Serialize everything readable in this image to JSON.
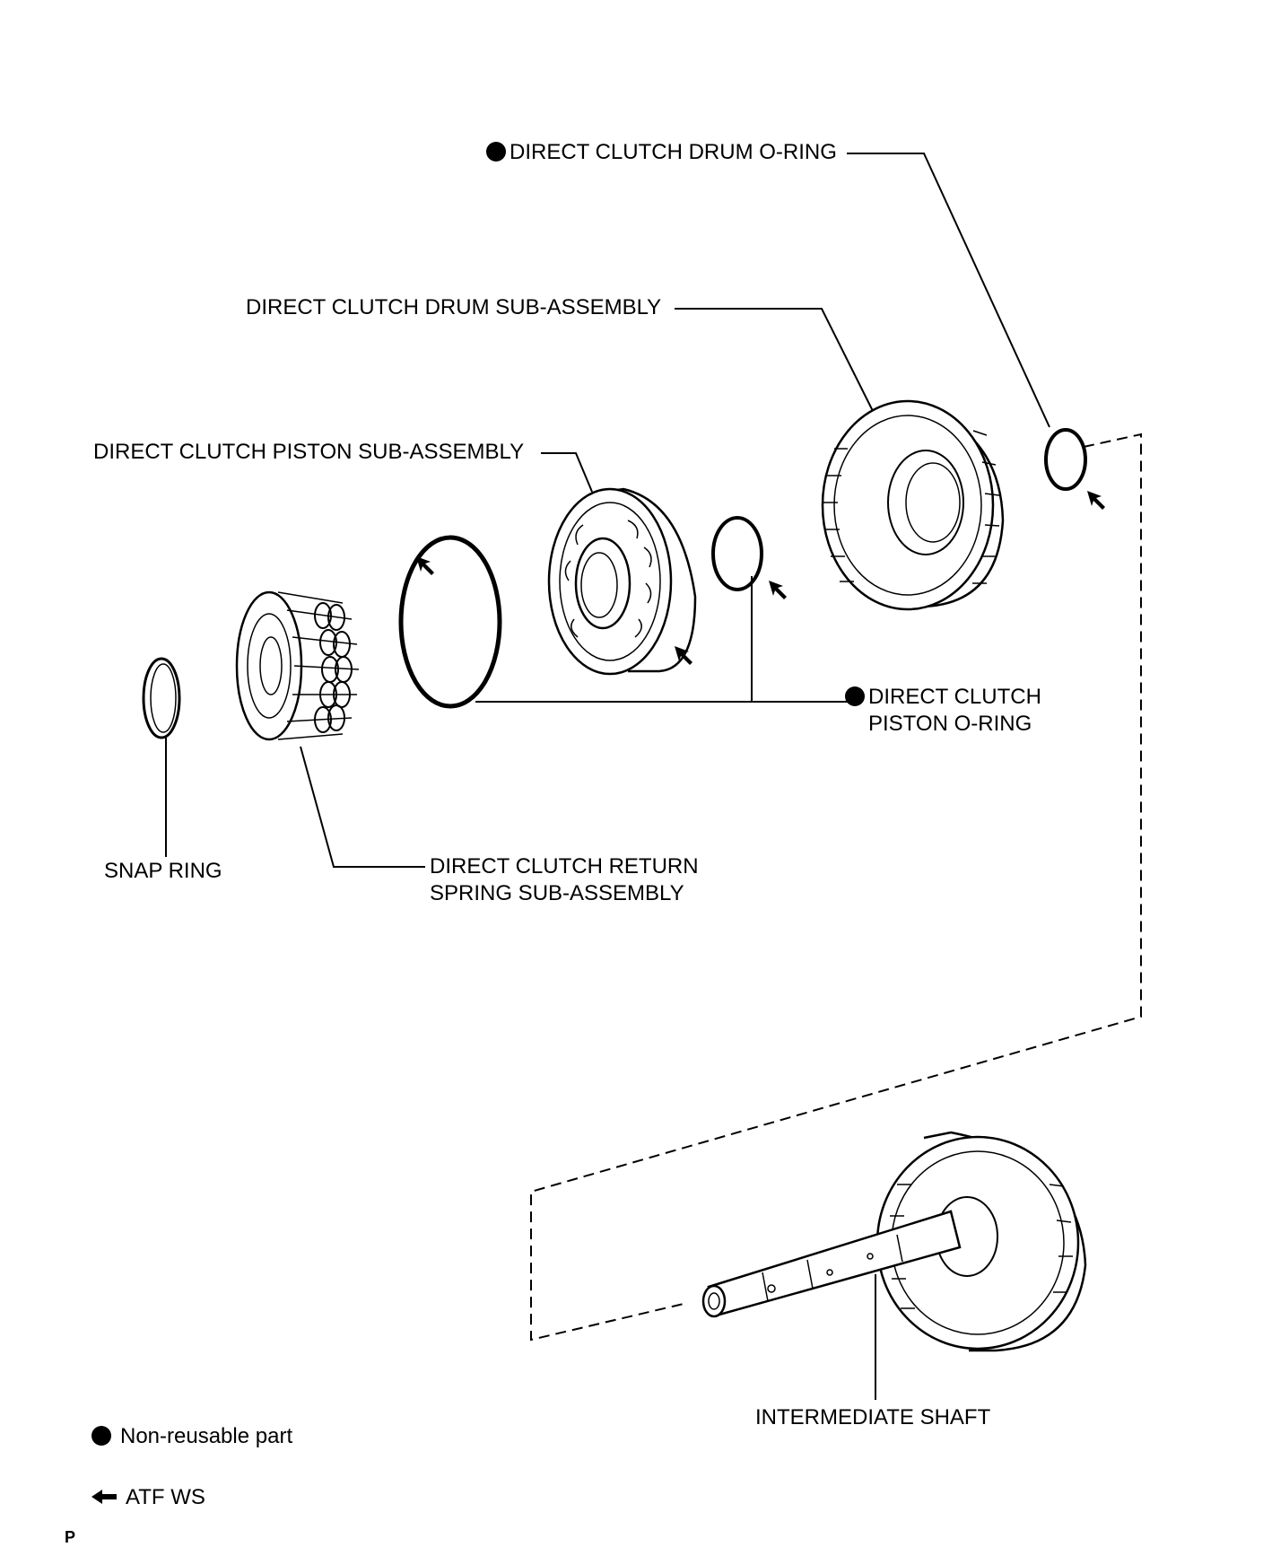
{
  "parts": {
    "drum_oring": "DIRECT CLUTCH DRUM O-RING",
    "drum_sub": "DIRECT CLUTCH DRUM SUB-ASSEMBLY",
    "piston_sub": "DIRECT CLUTCH PISTON SUB-ASSEMBLY",
    "piston_oring_line1": "DIRECT CLUTCH",
    "piston_oring_line2": "PISTON O-RING",
    "snap_ring": "SNAP RING",
    "return_spring_line1": "DIRECT CLUTCH RETURN",
    "return_spring_line2": "SPRING SUB-ASSEMBLY",
    "intermediate_shaft": "INTERMEDIATE SHAFT"
  },
  "legend": {
    "non_reusable": "Non-reusable part",
    "atf": "ATF WS"
  },
  "page_flag": "P"
}
